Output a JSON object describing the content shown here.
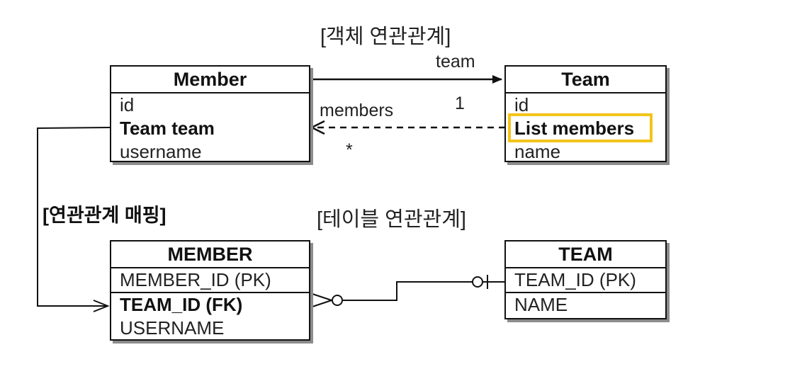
{
  "object_section": {
    "title": "[객체 연관관계]"
  },
  "member_class": {
    "name": "Member",
    "fields": [
      "id",
      "Team team",
      "username"
    ]
  },
  "team_class": {
    "name": "Team",
    "fields": [
      "id",
      "List members",
      "name"
    ]
  },
  "relations": {
    "team_label": "team",
    "members_label": "members",
    "one_label": "1",
    "many_label": "*"
  },
  "mapping_label": "[연관관계 매핑]",
  "table_section": {
    "title": "[테이블 연관관계]"
  },
  "member_table": {
    "name": "MEMBER",
    "columns": [
      "MEMBER_ID (PK)",
      "TEAM_ID (FK)",
      "USERNAME"
    ]
  },
  "team_table": {
    "name": "TEAM",
    "columns": [
      "TEAM_ID (PK)",
      "NAME"
    ]
  },
  "colors": {
    "highlight": "#f3c41a",
    "shadow": "#8c8c8c",
    "line": "#111111"
  }
}
